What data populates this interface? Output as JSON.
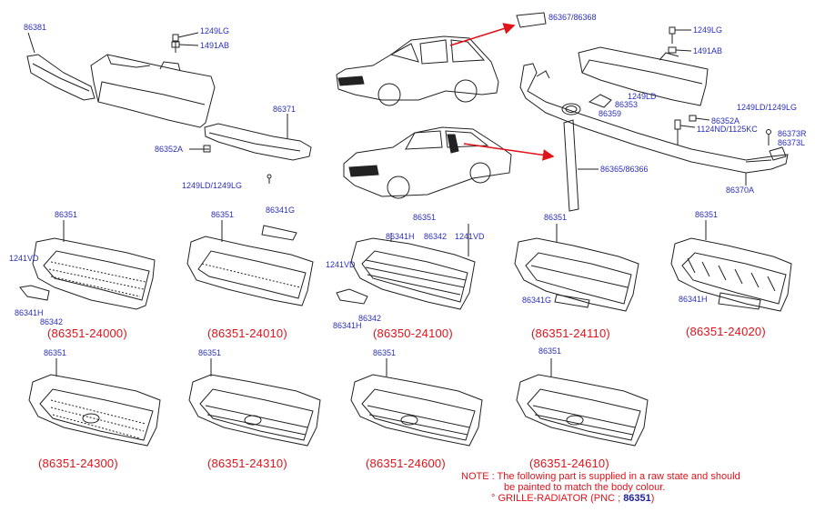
{
  "callouts": {
    "c86381": "86381",
    "c1249LG_a": "1249LG",
    "c1491AB_a": "1491AB",
    "c86371": "86371",
    "c86352A_a": "86352A",
    "c1249LD_1249LG_a": "1249LD/1249LG",
    "c86367_86368": "86367/86368",
    "c1249LG_b": "1249LG",
    "c1491AB_b": "1491AB",
    "c1249LD_b": "1249LD",
    "c86353": "86353",
    "c86359": "86359",
    "c86352A_b": "86352A",
    "c1124ND_1125KC": "1124ND/1125KC",
    "c1249LD_1249LG_b": "1249LD/1249LG",
    "c86373R": "86373R",
    "c86373L": "86373L",
    "c86365_86366": "86365/86366",
    "c86370A": "86370A",
    "g1_86351": "86351",
    "g1_1241VD": "1241VD",
    "g1_86341H": "86341H",
    "g1_86342": "86342",
    "g2_86351": "86351",
    "g2_86341G": "86341G",
    "g3_86351": "86351",
    "g3_86341H": "86341H",
    "g3_86342": "86342",
    "g3_1241VD": "1241VD",
    "g3_1241VD_b": "1241VD",
    "g3_86342_b": "86342",
    "g3_86341H_b": "86341H",
    "g4_86351": "86351",
    "g4_86341G": "86341G",
    "g5_86351": "86351",
    "g5_86341H": "86341H",
    "g6_86351": "86351",
    "g7_86351": "86351",
    "g8_86351": "86351",
    "g9_86351": "86351"
  },
  "variants": {
    "v1": "(86351-24000)",
    "v2": "(86351-24010)",
    "v3": "(86350-24100)",
    "v4": "(86351-24110)",
    "v5": "(86351-24020)",
    "v6": "(86351-24300)",
    "v7": "(86351-24310)",
    "v8": "(86351-24600)",
    "v9": "(86351-24610)"
  },
  "note": {
    "line1": "NOTE :  The  following  part  is  supplied  in  a  raw  state  and  should",
    "line2": "be  painted  to  match  the  body  colour.",
    "line3_prefix": "°  GRILLE-RADIATOR (PNC ; ",
    "line3_pnc": "86351",
    "line3_suffix": ")"
  },
  "colors": {
    "callout": "#2a2fb8",
    "variant": "#e0121a",
    "arrow": "#e0121a",
    "linework": "#222222"
  }
}
